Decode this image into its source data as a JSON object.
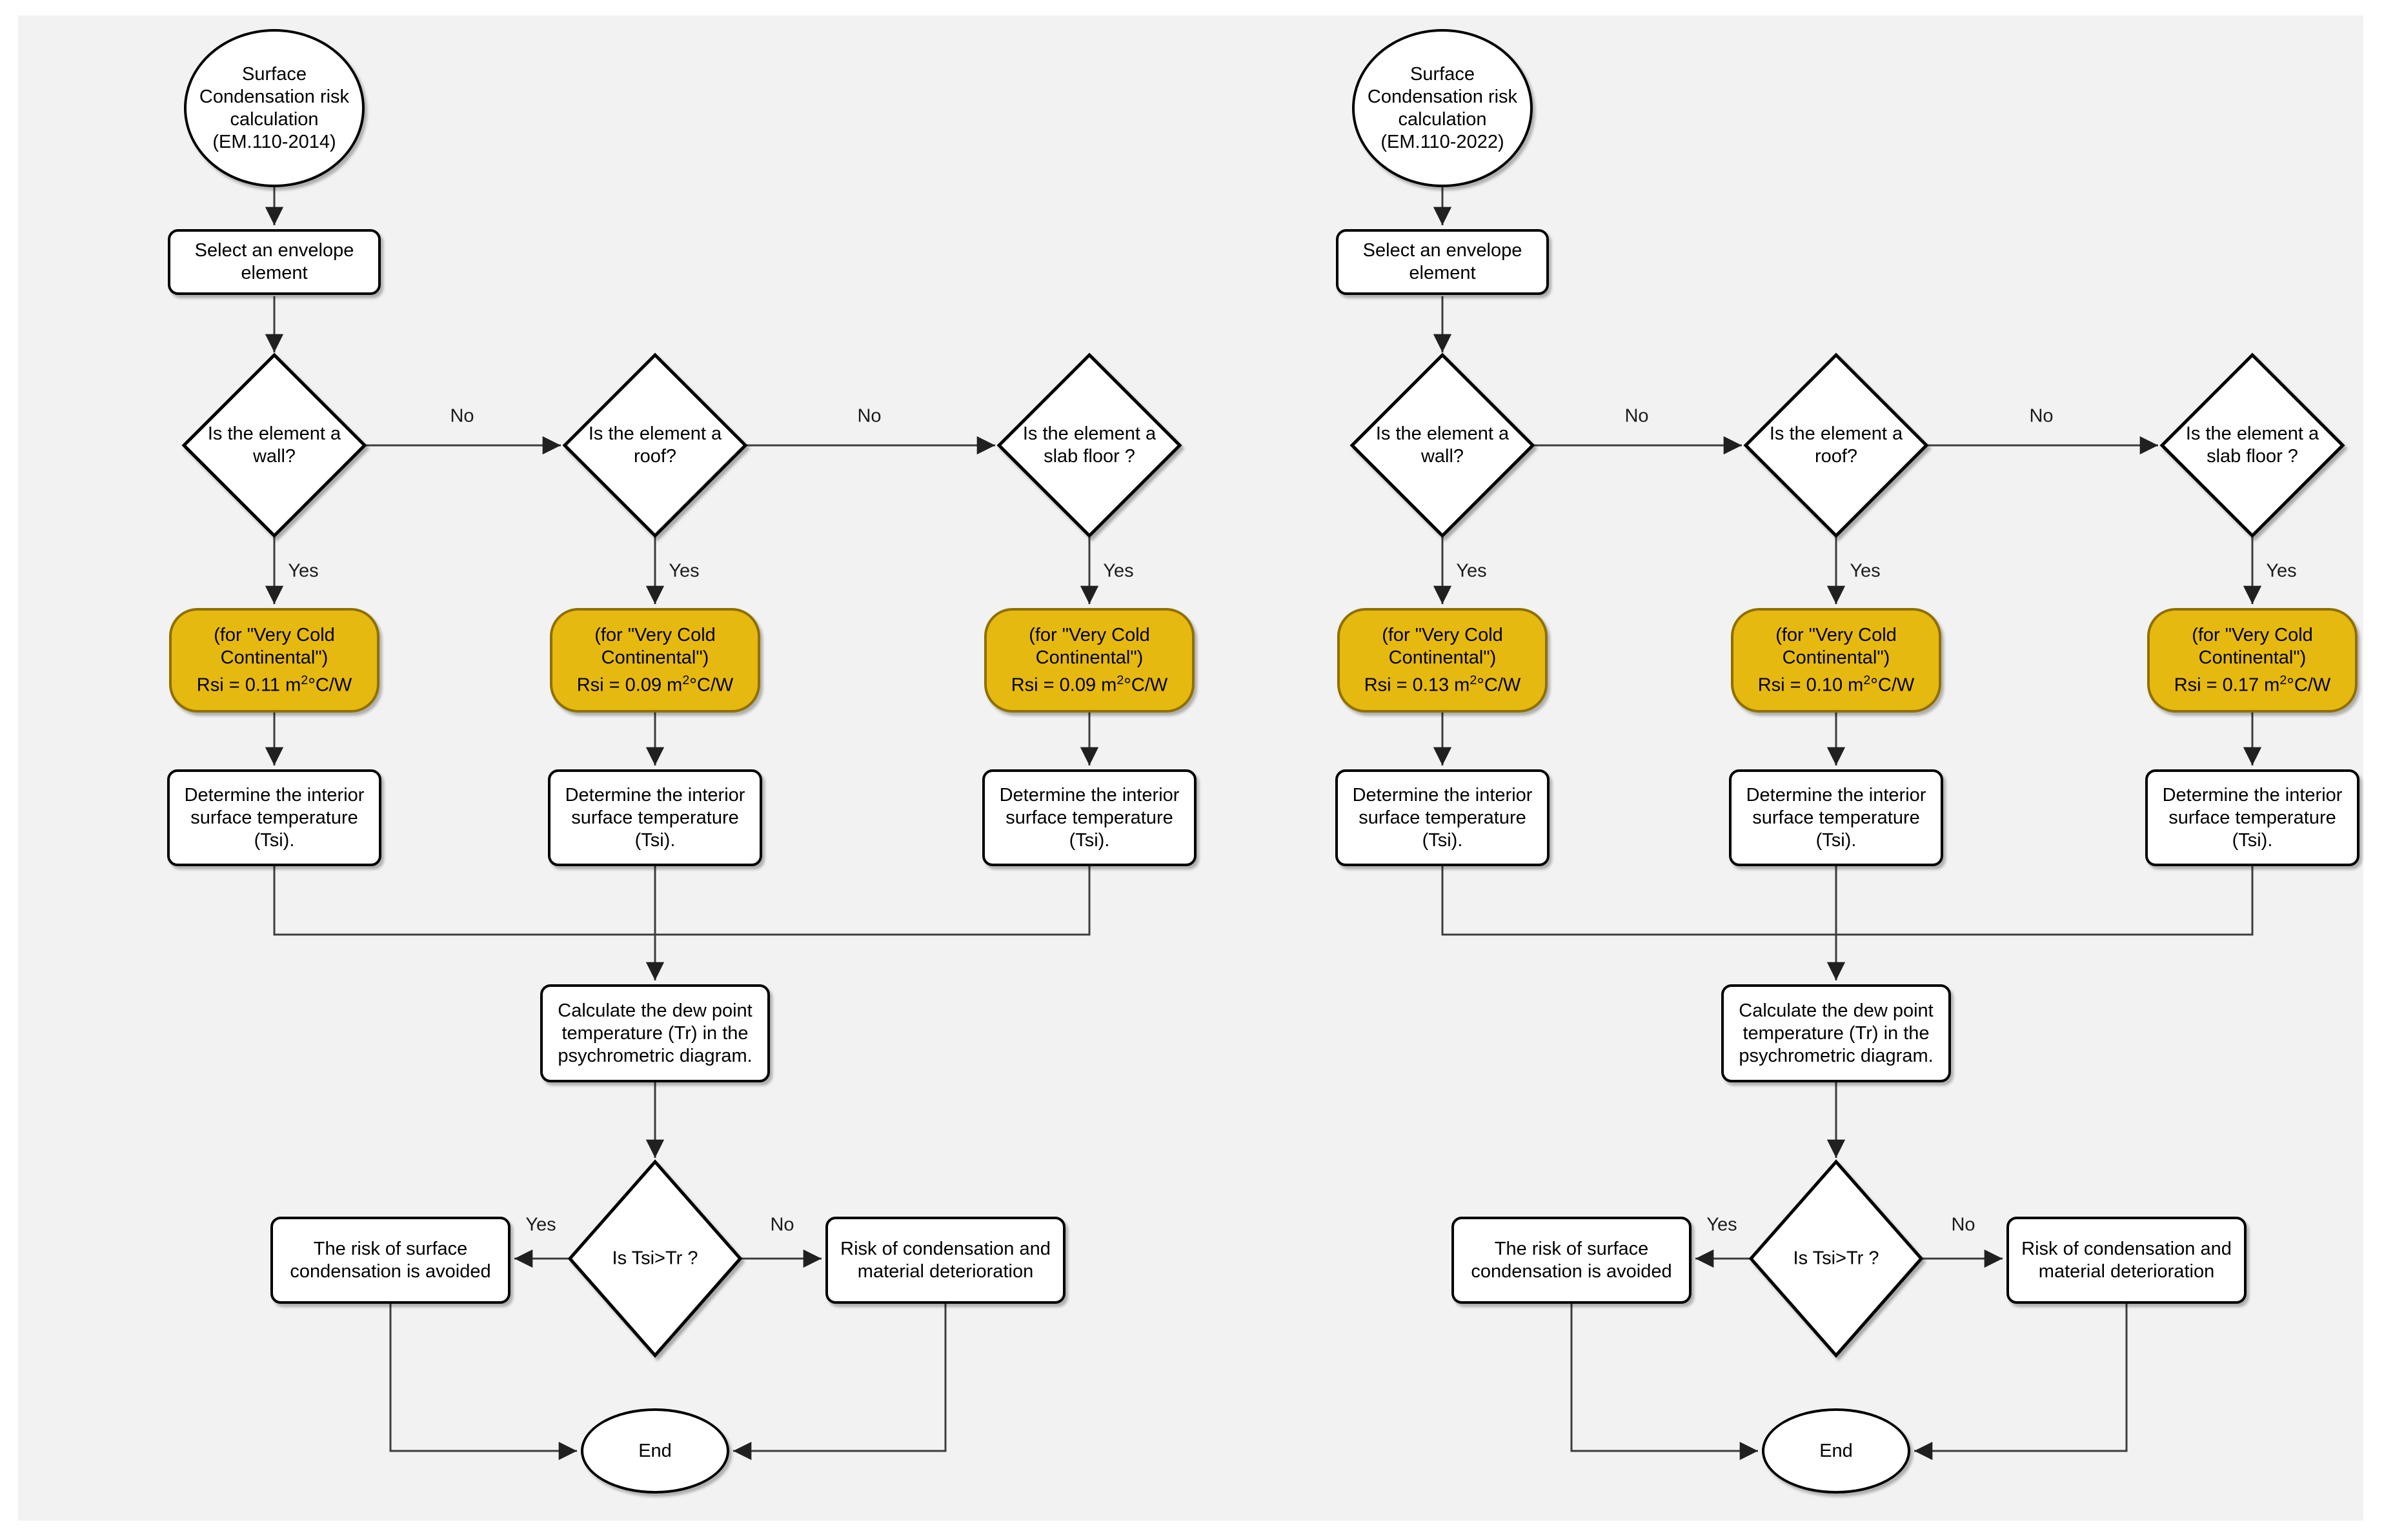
{
  "page": {
    "background": "#ffffff",
    "canvas_color": "#f2f2f2"
  },
  "colors": {
    "node_fill": "#ffffff",
    "node_border": "#000000",
    "highlight_fill": "#e6b910",
    "highlight_border": "#8f7000",
    "edge": "#3d3d3d"
  },
  "labels": {
    "yes": "Yes",
    "no": "No"
  },
  "flowcharts": [
    {
      "standard": "EM.110-2014",
      "start": "Surface Condensation risk calculation (EM.110-2014)",
      "select": "Select an envelope element",
      "decisions": [
        "Is the element a wall?",
        "Is the element a roof?",
        "Is the element a slab floor ?"
      ],
      "rsi": [
        {
          "note": "(for \"Very Cold Continental\")",
          "value_prefix": "Rsi = 0.11 m",
          "value_sup": "2",
          "value_suffix": "°C/W"
        },
        {
          "note": "(for \"Very Cold Continental\")",
          "value_prefix": "Rsi = 0.09 m",
          "value_sup": "2",
          "value_suffix": "°C/W"
        },
        {
          "note": "(for \"Very Cold Continental\")",
          "value_prefix": "Rsi = 0.09 m",
          "value_sup": "2",
          "value_suffix": "°C/W"
        }
      ],
      "determine": "Determine the interior surface temperature (Tsi).",
      "dew_point": "Calculate the dew point temperature (Tr) in the psychrometric diagram.",
      "final_decision": "Is Tsi>Tr ?",
      "outcome_yes": "The risk of surface condensation is avoided",
      "outcome_no": "Risk of condensation and material deterioration",
      "end": "End"
    },
    {
      "standard": "EM.110-2022",
      "start": "Surface Condensation risk calculation (EM.110-2022)",
      "select": "Select an envelope element",
      "decisions": [
        "Is the element a wall?",
        "Is the element a roof?",
        "Is the element a slab floor ?"
      ],
      "rsi": [
        {
          "note": "(for \"Very Cold Continental\")",
          "value_prefix": "Rsi = 0.13 m",
          "value_sup": "2",
          "value_suffix": "°C/W"
        },
        {
          "note": "(for \"Very Cold Continental\")",
          "value_prefix": "Rsi = 0.10 m",
          "value_sup": "2",
          "value_suffix": "°C/W"
        },
        {
          "note": "(for \"Very Cold Continental\")",
          "value_prefix": "Rsi = 0.17 m",
          "value_sup": "2",
          "value_suffix": "°C/W"
        }
      ],
      "determine": "Determine the interior surface temperature (Tsi).",
      "dew_point": "Calculate the dew point temperature (Tr) in the psychrometric diagram.",
      "final_decision": "Is Tsi>Tr ?",
      "outcome_yes": "The risk of surface condensation is avoided",
      "outcome_no": "Risk of condensation and material deterioration",
      "end": "End"
    }
  ]
}
